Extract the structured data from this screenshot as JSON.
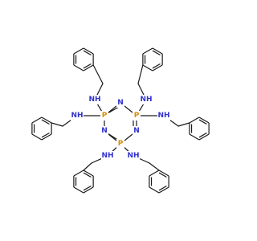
{
  "atoms": {
    "n1": "N",
    "n2": "N",
    "n3": "N",
    "p1": "P",
    "p2": "P",
    "p3": "P"
  },
  "amine_labels": {
    "nh_top_left": "NH",
    "nh_left": "NH",
    "nh_top_right": "NH",
    "nh_right": "NH",
    "nh_bottom_left": "NH",
    "nh_bottom_right": "NH"
  },
  "colors": {
    "nitrogen": "#3333cc",
    "phosphorus": "#d98c00",
    "bond": "#1a1a1a"
  },
  "molecule": {
    "core": "cyclotriphosphazene",
    "substituent": "benzylamino",
    "substituent_count": 6
  }
}
